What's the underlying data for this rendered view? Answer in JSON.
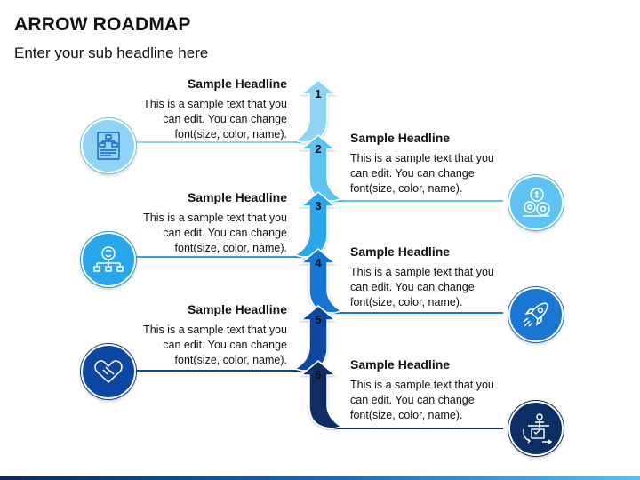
{
  "title": "ARROW ROADMAP",
  "subtitle": "Enter your sub headline here",
  "colors": {
    "step1": "#8fd3f5",
    "step2": "#5ec3f2",
    "step3": "#2aa7ea",
    "step4": "#1976d2",
    "step5": "#0d47a1",
    "step6": "#0b2e63"
  },
  "steps": [
    {
      "num": "1",
      "heading": "Sample Headline",
      "body": "This is a sample text that you can edit. You can change font(size, color, name).",
      "side": "left",
      "icon": "org-chart-document-icon"
    },
    {
      "num": "2",
      "heading": "Sample Headline",
      "body": "This is a sample text that you can edit. You can change font(size, color, name).",
      "side": "right",
      "icon": "money-gears-icon"
    },
    {
      "num": "3",
      "heading": "Sample Headline",
      "body": "This is a sample text that you can edit. You can change font(size, color, name).",
      "side": "left",
      "icon": "network-brain-icon"
    },
    {
      "num": "4",
      "heading": "Sample Headline",
      "body": "This is a sample text that you can edit. You can change font(size, color, name).",
      "side": "right",
      "icon": "rocket-icon"
    },
    {
      "num": "5",
      "heading": "Sample Headline",
      "body": "This is a sample text that you can edit. You can change font(size, color, name).",
      "side": "left",
      "icon": "handshake-icon"
    },
    {
      "num": "6",
      "heading": "Sample Headline",
      "body": "This is a sample text that you can edit. You can change font(size, color, name).",
      "side": "right",
      "icon": "decision-chart-icon"
    }
  ]
}
